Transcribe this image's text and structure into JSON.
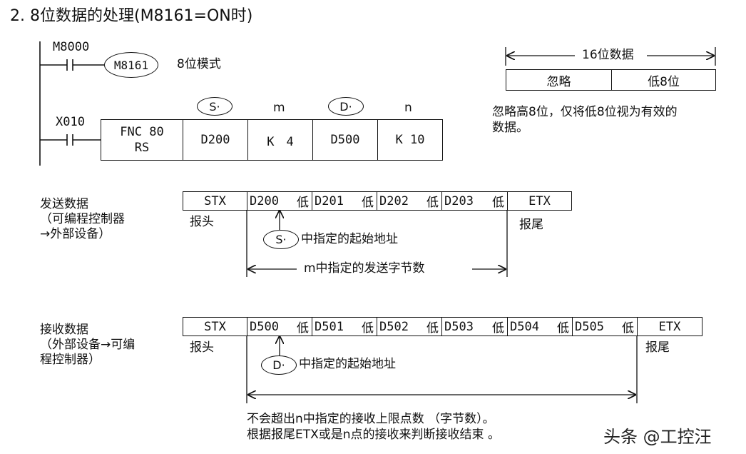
{
  "title": "2. 8位数据的处理(M8161=ON时)",
  "ladder": {
    "contact1": "M8000",
    "coil": "M8161",
    "coil_desc": "8位模式",
    "contact2": "X010",
    "operand_labels": {
      "s": "S·",
      "m": "m",
      "d": "D·",
      "n": "n"
    },
    "instruction": {
      "fnc_line1": "FNC 80",
      "fnc_line2": "RS",
      "s": "D200",
      "m": "K　4",
      "d": "D500",
      "n": "K 10"
    }
  },
  "bits16": {
    "label": "16位数据",
    "ignore": "忽略",
    "low8": "低8位",
    "note_line1": "忽略高8位，仅将低8位视为有效的",
    "note_line2": "数据。"
  },
  "send": {
    "title": "发送数据",
    "sub1": "（可编程控制器",
    "sub2": "→外部设备）",
    "cells": {
      "stx": "STX",
      "r1": "D200",
      "r2": "D201",
      "r3": "D202",
      "r4": "D203",
      "low": "低",
      "etx": "ETX"
    },
    "header": "报头",
    "tail": "报尾",
    "start_badge": "S·",
    "start_text": "中指定的起始地址",
    "range_text": "m中指定的发送字节数"
  },
  "recv": {
    "title": "接收数据",
    "sub1": "（外部设备→可编",
    "sub2": "程控制器）",
    "cells": {
      "stx": "STX",
      "r1": "D500",
      "r2": "D501",
      "r3": "D502",
      "r4": "D503",
      "r5": "D504",
      "r6": "D505",
      "low": "低",
      "etx": "ETX"
    },
    "header": "报头",
    "tail": "报尾",
    "start_badge": "D·",
    "start_text": "中指定的起始地址",
    "note_line1": "不会超出n中指定的接收上限点数 （字节数）。",
    "note_line2": "根据报尾ETX或是n点的接收来判断接收结束 。"
  },
  "watermark": "头条 @工控汪"
}
